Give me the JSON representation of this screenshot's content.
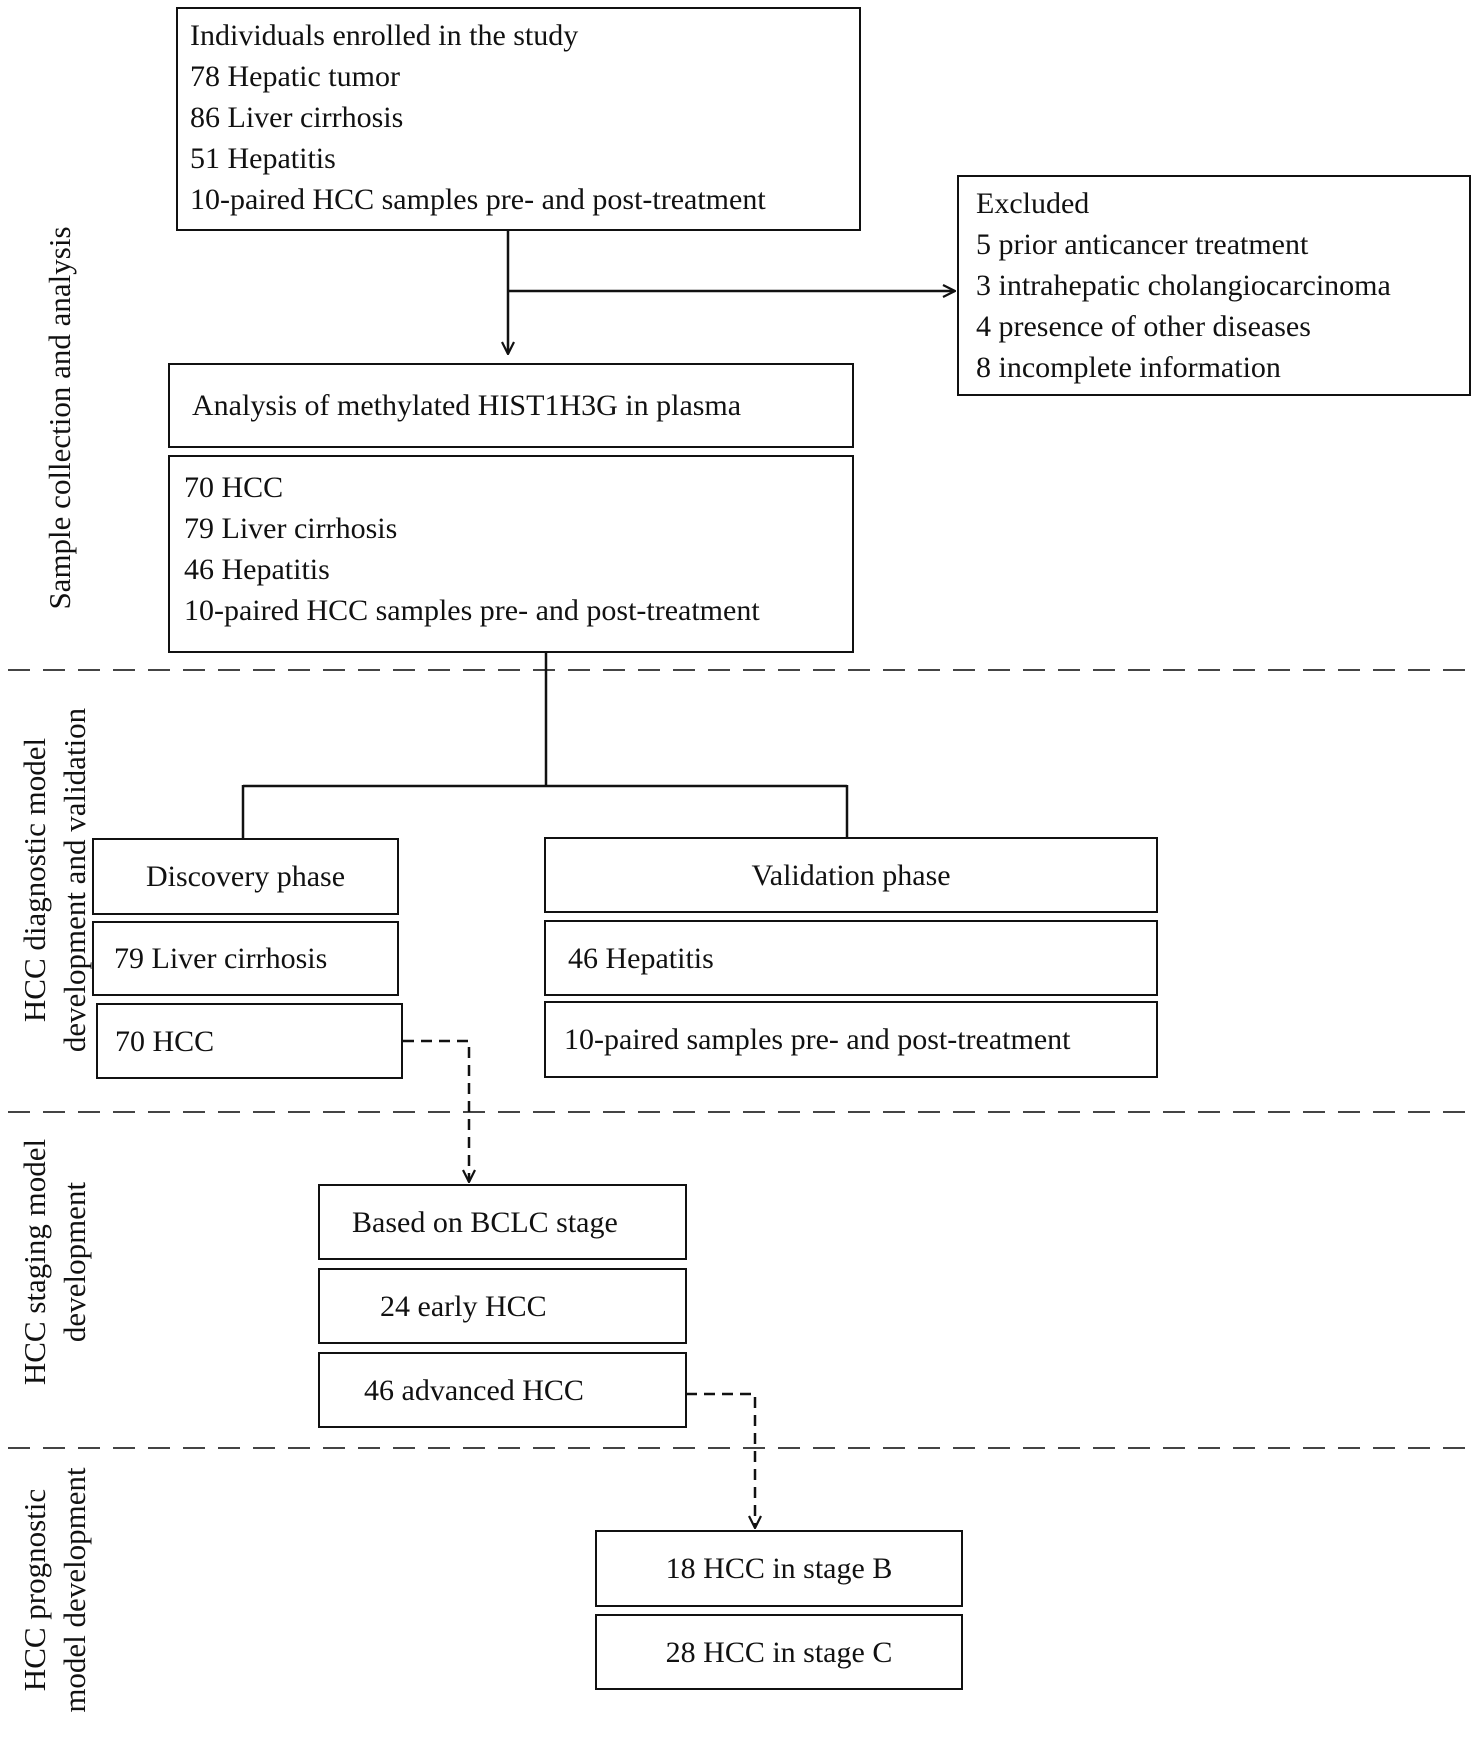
{
  "sections": [
    {
      "id": "sample",
      "lines": [
        "Sample collection and analysis"
      ]
    },
    {
      "id": "diagnostic",
      "lines": [
        "HCC diagnostic model",
        "development and validation"
      ]
    },
    {
      "id": "staging",
      "lines": [
        "HCC staging model",
        "development"
      ]
    },
    {
      "id": "prognostic",
      "lines": [
        "HCC prognostic",
        "model development"
      ]
    }
  ],
  "enrolled": {
    "lines": [
      "Individuals enrolled in the study",
      "78 Hepatic tumor",
      "86 Liver cirrhosis",
      "51 Hepatitis",
      "10-paired HCC samples pre- and post-treatment"
    ]
  },
  "excluded": {
    "lines": [
      "Excluded",
      "5 prior anticancer treatment",
      "3 intrahepatic cholangiocarcinoma",
      "4 presence of other diseases",
      "8 incomplete information"
    ]
  },
  "analysis": {
    "title": "Analysis of methylated HIST1H3G in plasma",
    "lines": [
      "70 HCC",
      "79 Liver cirrhosis",
      "46 Hepatitis",
      "10-paired HCC samples pre- and post-treatment"
    ]
  },
  "discovery": {
    "title": "Discovery phase",
    "cirrhosis": "79 Liver cirrhosis",
    "hcc": "70 HCC"
  },
  "validation": {
    "title": "Validation phase",
    "hepatitis": "46 Hepatitis",
    "paired": "10-paired samples pre- and post-treatment"
  },
  "staging": {
    "title": "Based on BCLC stage",
    "early": "24 early HCC",
    "advanced": "46 advanced HCC"
  },
  "prognostic": {
    "stage_b": "18 HCC in stage B",
    "stage_c": "28 HCC in stage C"
  }
}
